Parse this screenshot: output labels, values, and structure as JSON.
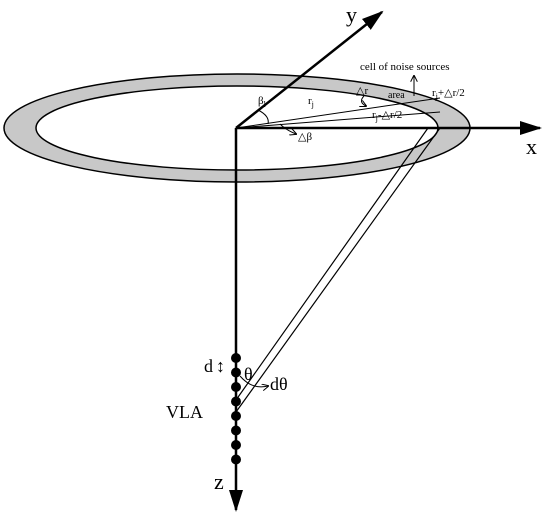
{
  "axes": {
    "x": "x",
    "y": "y",
    "z": "z"
  },
  "ring": {
    "fill_color": "#c8c8c8",
    "stroke_color": "#000000"
  },
  "labels": {
    "cell_of_noise_sources": "cell of noise sources",
    "area": "area",
    "delta_r": "△r",
    "r_j": "r",
    "r_j_sub": "j",
    "beta_l": "β",
    "beta_l_sub": "l",
    "delta_beta": "△β",
    "r_plus": "r",
    "r_plus_sub": "j",
    "r_plus_tail": "+△r/2",
    "r_minus": "r",
    "r_minus_sub": "j",
    "r_minus_tail": "-△r/2",
    "d": "d",
    "d_arrow": "↕",
    "theta": "θ",
    "d_theta": "dθ",
    "vla": "VLA"
  },
  "vla_hydrophones": {
    "count": 8
  }
}
